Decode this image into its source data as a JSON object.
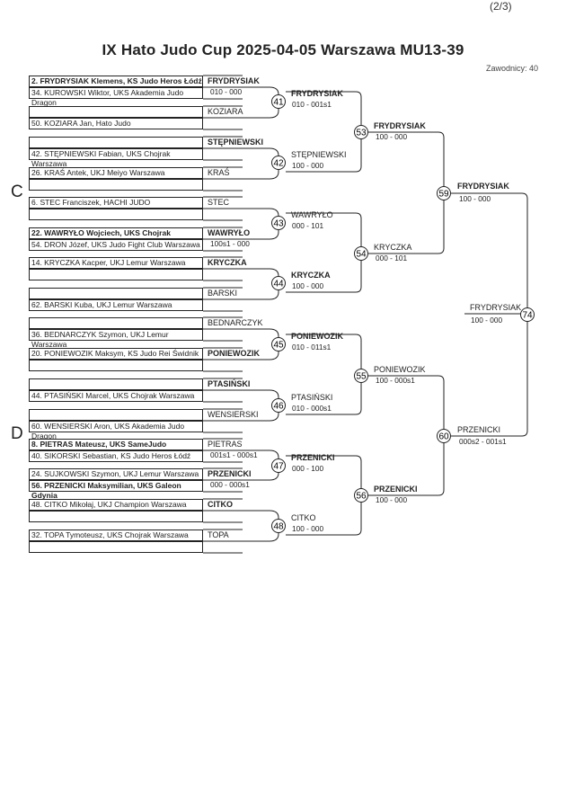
{
  "page": "(2/3)",
  "title": "IX Hato Judo Cup  2025-04-05  Warszawa   MU13-39",
  "competitors_count": "Zawodnicy: 40",
  "sections": [
    "C",
    "D"
  ],
  "entries": [
    {
      "text": "2. FRYDRYSIAK Klemens, KS Judo Heros Łódź",
      "bold": true
    },
    {
      "text": "34. KUROWSKI Wiktor, UKS Akademia Judo Dragon",
      "bold": false
    },
    {
      "text": "50. KOZIARA Jan, Hato Judo",
      "bold": false
    },
    {
      "text": "42. STĘPNIEWSKI Fabian, UKS Chojrak Warszawa",
      "bold": false
    },
    {
      "text": "26. KRAŚ Antek, UKJ Meiyo Warszawa",
      "bold": false
    },
    {
      "text": "6. STEC Franciszek, HACHI JUDO",
      "bold": false
    },
    {
      "text": "22. WAWRYŁO Wojciech, UKS Chojrak Warszawa",
      "bold": true
    },
    {
      "text": "54. DRON Józef, UKS Judo Fight Club Warszawa",
      "bold": false
    },
    {
      "text": "14. KRYCZKA Kacper, UKJ Lemur Warszawa",
      "bold": false
    },
    {
      "text": "62. BARSKI Kuba, UKJ Lemur Warszawa",
      "bold": false
    },
    {
      "text": "36. BEDNARCZYK Szymon, UKJ Lemur Warszawa",
      "bold": false
    },
    {
      "text": "20. PONIEWOZIK Maksym, KS Judo Rei Świdnik",
      "bold": false
    },
    {
      "text": "44. PTASIŃSKI Marcel, UKS Chojrak Warszawa",
      "bold": false
    },
    {
      "text": "60. WENSIERSKI Aron, UKS Akademia Judo Dragon",
      "bold": false
    },
    {
      "text": "8. PIETRAS Mateusz, UKS SameJudo",
      "bold": true
    },
    {
      "text": "40. SIKORSKI Sebastian, KS Judo Heros Łódź",
      "bold": false
    },
    {
      "text": "24. SUJKOWSKI Szymon, UKJ Lemur Warszawa",
      "bold": false
    },
    {
      "text": "56. PRZENICKI Maksymilian, UKS Galeon Gdynia",
      "bold": true
    },
    {
      "text": "48. CITKO Mikołaj, UKJ Champion Warszawa",
      "bold": false
    },
    {
      "text": "32. TOPA Tymoteusz, UKS Chojrak Warszawa",
      "bold": false
    }
  ],
  "round1": [
    {
      "winner": "FRYDRYSIAK",
      "bold": true,
      "score": "010 - 000"
    },
    {
      "winner": "KOZIARA",
      "bold": false,
      "score": ""
    },
    {
      "winner": "STĘPNIEWSKI",
      "bold": true,
      "score": ""
    },
    {
      "winner": "KRAŚ",
      "bold": false,
      "score": ""
    },
    {
      "winner": "STEC",
      "bold": false,
      "score": ""
    },
    {
      "winner": "WAWRYŁO",
      "bold": true,
      "score": "100s1 - 000"
    },
    {
      "winner": "KRYCZKA",
      "bold": true,
      "score": ""
    },
    {
      "winner": "BARSKI",
      "bold": false,
      "score": ""
    },
    {
      "winner": "BEDNARCZYK",
      "bold": false,
      "score": ""
    },
    {
      "winner": "PONIEWOZIK",
      "bold": true,
      "score": ""
    },
    {
      "winner": "PTASIŃSKI",
      "bold": true,
      "score": ""
    },
    {
      "winner": "WENSIERSKI",
      "bold": false,
      "score": ""
    },
    {
      "winner": "PIETRAS",
      "bold": false,
      "score": "001s1 - 000s1"
    },
    {
      "winner": "PRZENICKI",
      "bold": true,
      "score": "000 - 000s1"
    },
    {
      "winner": "CITKO",
      "bold": true,
      "score": ""
    },
    {
      "winner": "TOPA",
      "bold": false,
      "score": ""
    }
  ],
  "round2": [
    {
      "num": "41",
      "winner": "FRYDRYSIAK",
      "bold": true,
      "score": "010 - 001s1"
    },
    {
      "num": "42",
      "winner": "STĘPNIEWSKI",
      "bold": false,
      "score": "100 - 000"
    },
    {
      "num": "43",
      "winner": "WAWRYŁO",
      "bold": false,
      "score": "000 - 101"
    },
    {
      "num": "44",
      "winner": "KRYCZKA",
      "bold": true,
      "score": "100 - 000"
    },
    {
      "num": "45",
      "winner": "PONIEWOZIK",
      "bold": true,
      "score": "010 - 011s1"
    },
    {
      "num": "46",
      "winner": "PTASIŃSKI",
      "bold": false,
      "score": "010 - 000s1"
    },
    {
      "num": "47",
      "winner": "PRZENICKI",
      "bold": true,
      "score": "000 - 100"
    },
    {
      "num": "48",
      "winner": "CITKO",
      "bold": false,
      "score": "100 - 000"
    }
  ],
  "round3": [
    {
      "num": "53",
      "winner": "FRYDRYSIAK",
      "bold": true,
      "score": "100 - 000"
    },
    {
      "num": "54",
      "winner": "KRYCZKA",
      "bold": false,
      "score": "000 - 101"
    },
    {
      "num": "55",
      "winner": "PONIEWOZIK",
      "bold": false,
      "score": "100 - 000s1"
    },
    {
      "num": "56",
      "winner": "PRZENICKI",
      "bold": true,
      "score": "100 - 000"
    }
  ],
  "round4": [
    {
      "num": "59",
      "winner": "FRYDRYSIAK",
      "bold": true,
      "score": "100 - 000"
    },
    {
      "num": "60",
      "winner": "PRZENICKI",
      "bold": false,
      "score": "000s2 - 001s1"
    }
  ],
  "final": {
    "num": "74",
    "winner": "FRYDRYSIAK",
    "score": "100 - 000"
  }
}
